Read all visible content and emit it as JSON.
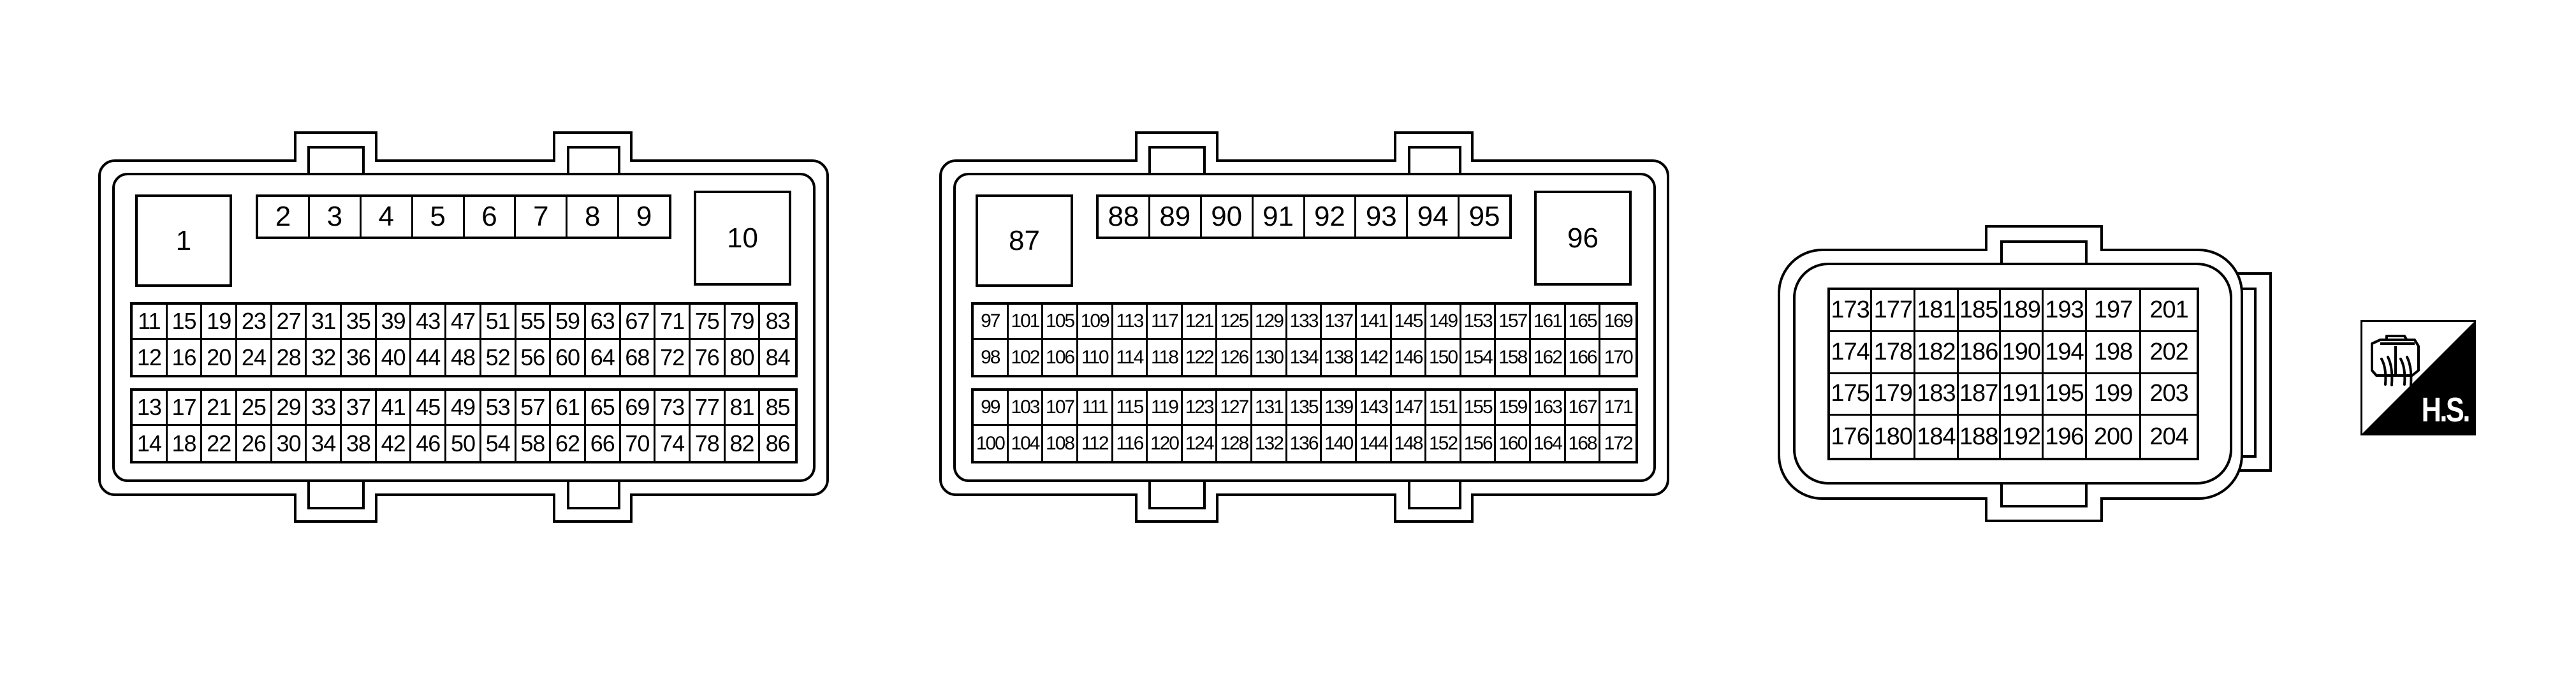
{
  "diagram": {
    "type": "connector-pinout",
    "connectors": [
      {
        "id": "connector-1",
        "large_terminals": [
          "1",
          "10"
        ],
        "top_strip": [
          "2",
          "3",
          "4",
          "5",
          "6",
          "7",
          "8",
          "9"
        ],
        "grid_upper": [
          [
            "11",
            "15",
            "19",
            "23",
            "27",
            "31",
            "35",
            "39",
            "43",
            "47",
            "51",
            "55",
            "59",
            "63",
            "67",
            "71",
            "75",
            "79",
            "83"
          ],
          [
            "12",
            "16",
            "20",
            "24",
            "28",
            "32",
            "36",
            "40",
            "44",
            "48",
            "52",
            "56",
            "60",
            "64",
            "68",
            "72",
            "76",
            "80",
            "84"
          ]
        ],
        "grid_lower": [
          [
            "13",
            "17",
            "21",
            "25",
            "29",
            "33",
            "37",
            "41",
            "45",
            "49",
            "53",
            "57",
            "61",
            "65",
            "69",
            "73",
            "77",
            "81",
            "85"
          ],
          [
            "14",
            "18",
            "22",
            "26",
            "30",
            "34",
            "38",
            "42",
            "46",
            "50",
            "54",
            "58",
            "62",
            "66",
            "70",
            "74",
            "78",
            "82",
            "86"
          ]
        ]
      },
      {
        "id": "connector-2",
        "large_terminals": [
          "87",
          "96"
        ],
        "top_strip": [
          "88",
          "89",
          "90",
          "91",
          "92",
          "93",
          "94",
          "95"
        ],
        "grid_upper": [
          [
            "97",
            "101",
            "105",
            "109",
            "113",
            "117",
            "121",
            "125",
            "129",
            "133",
            "137",
            "141",
            "145",
            "149",
            "153",
            "157",
            "161",
            "165",
            "169"
          ],
          [
            "98",
            "102",
            "106",
            "110",
            "114",
            "118",
            "122",
            "126",
            "130",
            "134",
            "138",
            "142",
            "146",
            "150",
            "154",
            "158",
            "162",
            "166",
            "170"
          ]
        ],
        "grid_lower": [
          [
            "99",
            "103",
            "107",
            "111",
            "115",
            "119",
            "123",
            "127",
            "131",
            "135",
            "139",
            "143",
            "147",
            "151",
            "155",
            "159",
            "163",
            "167",
            "171"
          ],
          [
            "100",
            "104",
            "108",
            "112",
            "116",
            "120",
            "124",
            "128",
            "132",
            "136",
            "140",
            "144",
            "148",
            "152",
            "156",
            "160",
            "164",
            "168",
            "172"
          ]
        ]
      },
      {
        "id": "connector-3",
        "grid": [
          [
            "173",
            "177",
            "181",
            "185",
            "189",
            "193",
            "197",
            "201"
          ],
          [
            "174",
            "178",
            "182",
            "186",
            "190",
            "194",
            "198",
            "202"
          ],
          [
            "175",
            "179",
            "183",
            "187",
            "191",
            "195",
            "199",
            "203"
          ],
          [
            "176",
            "180",
            "184",
            "188",
            "192",
            "196",
            "200",
            "204"
          ]
        ]
      }
    ],
    "view_symbol": {
      "icon": "harness-side-icon",
      "label": "H.S."
    }
  }
}
